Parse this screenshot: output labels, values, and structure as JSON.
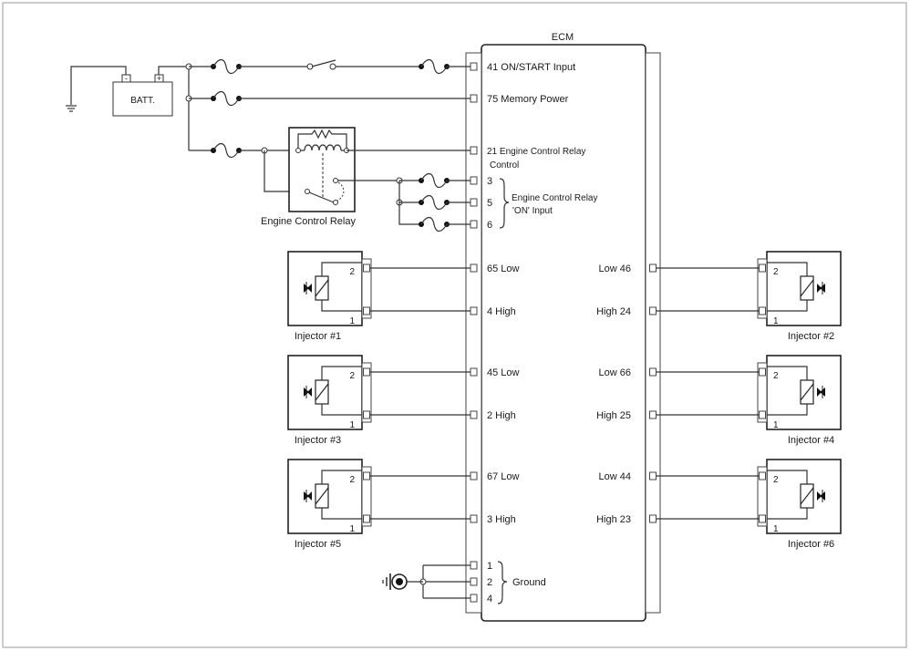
{
  "ecm": {
    "title": "ECM",
    "pins_left": [
      {
        "num": "41",
        "label": "ON/START Input"
      },
      {
        "num": "75",
        "label": "Memory Power"
      },
      {
        "num": "21",
        "label": "Engine Control Relay",
        "label2": "Control"
      },
      {
        "num": "3",
        "label": ""
      },
      {
        "num": "5",
        "label": ""
      },
      {
        "num": "6",
        "label": ""
      },
      {
        "num": "65",
        "label": "Low"
      },
      {
        "num": "4",
        "label": "High"
      },
      {
        "num": "45",
        "label": "Low"
      },
      {
        "num": "2",
        "label": "High"
      },
      {
        "num": "67",
        "label": "Low"
      },
      {
        "num": "3",
        "label": "High"
      },
      {
        "num": "1",
        "label": ""
      },
      {
        "num": "2",
        "label": ""
      },
      {
        "num": "4",
        "label": ""
      }
    ],
    "pins_right": [
      {
        "num": "46",
        "label": "Low"
      },
      {
        "num": "24",
        "label": "High"
      },
      {
        "num": "66",
        "label": "Low"
      },
      {
        "num": "25",
        "label": "High"
      },
      {
        "num": "44",
        "label": "Low"
      },
      {
        "num": "23",
        "label": "High"
      }
    ],
    "group_on_input": {
      "line1": "Engine Control Relay",
      "line2": "'ON' Input"
    },
    "group_ground": "Ground"
  },
  "battery": {
    "label": "BATT.",
    "neg": "-",
    "pos": "+"
  },
  "relay": {
    "label": "Engine Control Relay"
  },
  "injectors": [
    {
      "name": "Injector #1",
      "pin_top": "2",
      "pin_bottom": "1"
    },
    {
      "name": "Injector #2",
      "pin_top": "2",
      "pin_bottom": "1"
    },
    {
      "name": "Injector #3",
      "pin_top": "2",
      "pin_bottom": "1"
    },
    {
      "name": "Injector #4",
      "pin_top": "2",
      "pin_bottom": "1"
    },
    {
      "name": "Injector #5",
      "pin_top": "2",
      "pin_bottom": "1"
    },
    {
      "name": "Injector #6",
      "pin_top": "2",
      "pin_bottom": "1"
    }
  ]
}
